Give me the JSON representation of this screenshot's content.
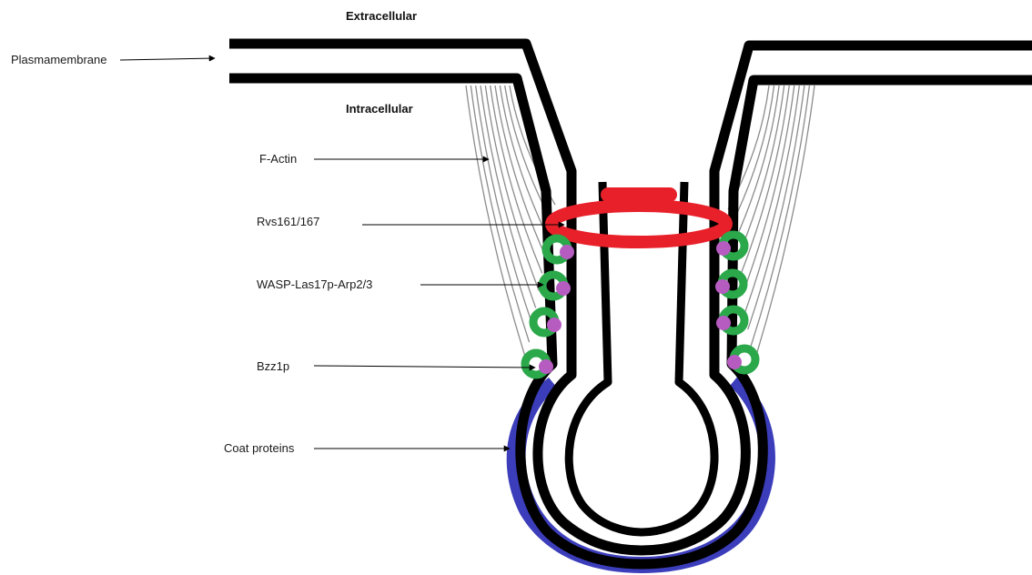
{
  "headers": {
    "top": "Extracellular",
    "bottom": "Intracellular"
  },
  "labels": {
    "plasma_membrane": "Plasmamembrane",
    "f_actin": "F-Actin",
    "rvs": "Rvs161/167",
    "wasp": "WASP-Las17p-Arp2/3",
    "bzz1p": "Bzz1p",
    "coat": "Coat proteins"
  },
  "colors": {
    "membrane": "#000000",
    "actin": "#8c8c8c",
    "rvs_ring": "#e8202a",
    "wasp_ring": "#2aa84a",
    "bzz1p_dot": "#b65cc0",
    "coat": "#3b3dbb",
    "text": "#1a1a1a"
  }
}
